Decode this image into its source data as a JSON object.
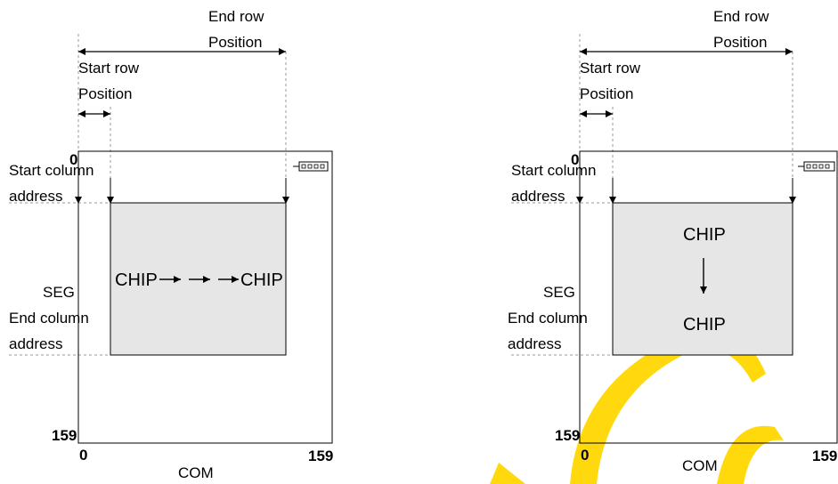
{
  "colors": {
    "background": "#ffffff",
    "line": "#000000",
    "dashed_guide": "#999999",
    "region_fill": "#e6e6e6",
    "watermark": "#ffd700"
  },
  "icons": {
    "chip_pin": "chip-pin-icon",
    "watermark": "watermark-logo"
  },
  "labels": {
    "end_row_line1": "End row",
    "end_row_line2": "Position",
    "start_row_line1": "Start row",
    "start_row_line2": "Position",
    "start_col_line1": "Start column",
    "start_col_line2": "address",
    "end_col_line1": "End column",
    "end_col_line2": "address",
    "seg": "SEG",
    "com": "COM",
    "zero": "0",
    "max": "159",
    "chip": "CHIP"
  },
  "panels": [
    {
      "id": "horizontal",
      "direction": "horizontal",
      "chip_start": "CHIP",
      "chip_end": "CHIP"
    },
    {
      "id": "vertical",
      "direction": "vertical",
      "chip_start": "CHIP",
      "chip_end": "CHIP"
    }
  ]
}
